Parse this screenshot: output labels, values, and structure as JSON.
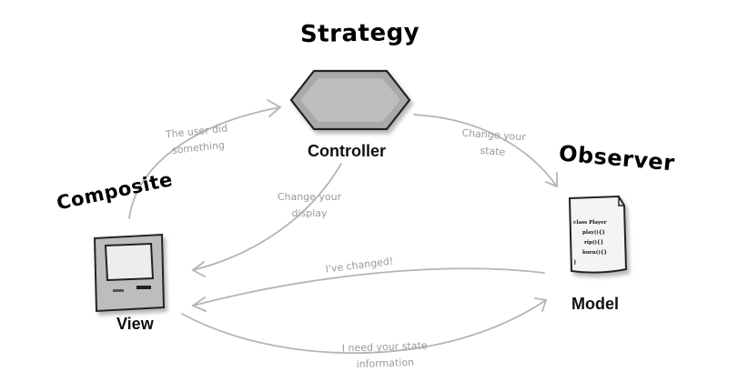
{
  "patterns": {
    "strategy": "Strategy",
    "observer": "Observer",
    "composite": "Composite"
  },
  "components": {
    "controller": "Controller",
    "model": "Model",
    "view": "View"
  },
  "arrows": {
    "user_did": [
      "The user did",
      "something"
    ],
    "change_state": [
      "Change your",
      "state"
    ],
    "change_display": [
      "Change your",
      "display"
    ],
    "ive_changed": "I've changed!",
    "need_state": [
      "I need your state",
      "information"
    ]
  },
  "code": [
    "class Player",
    "play(){}",
    "rip(){}",
    "burn(){}",
    "}"
  ]
}
